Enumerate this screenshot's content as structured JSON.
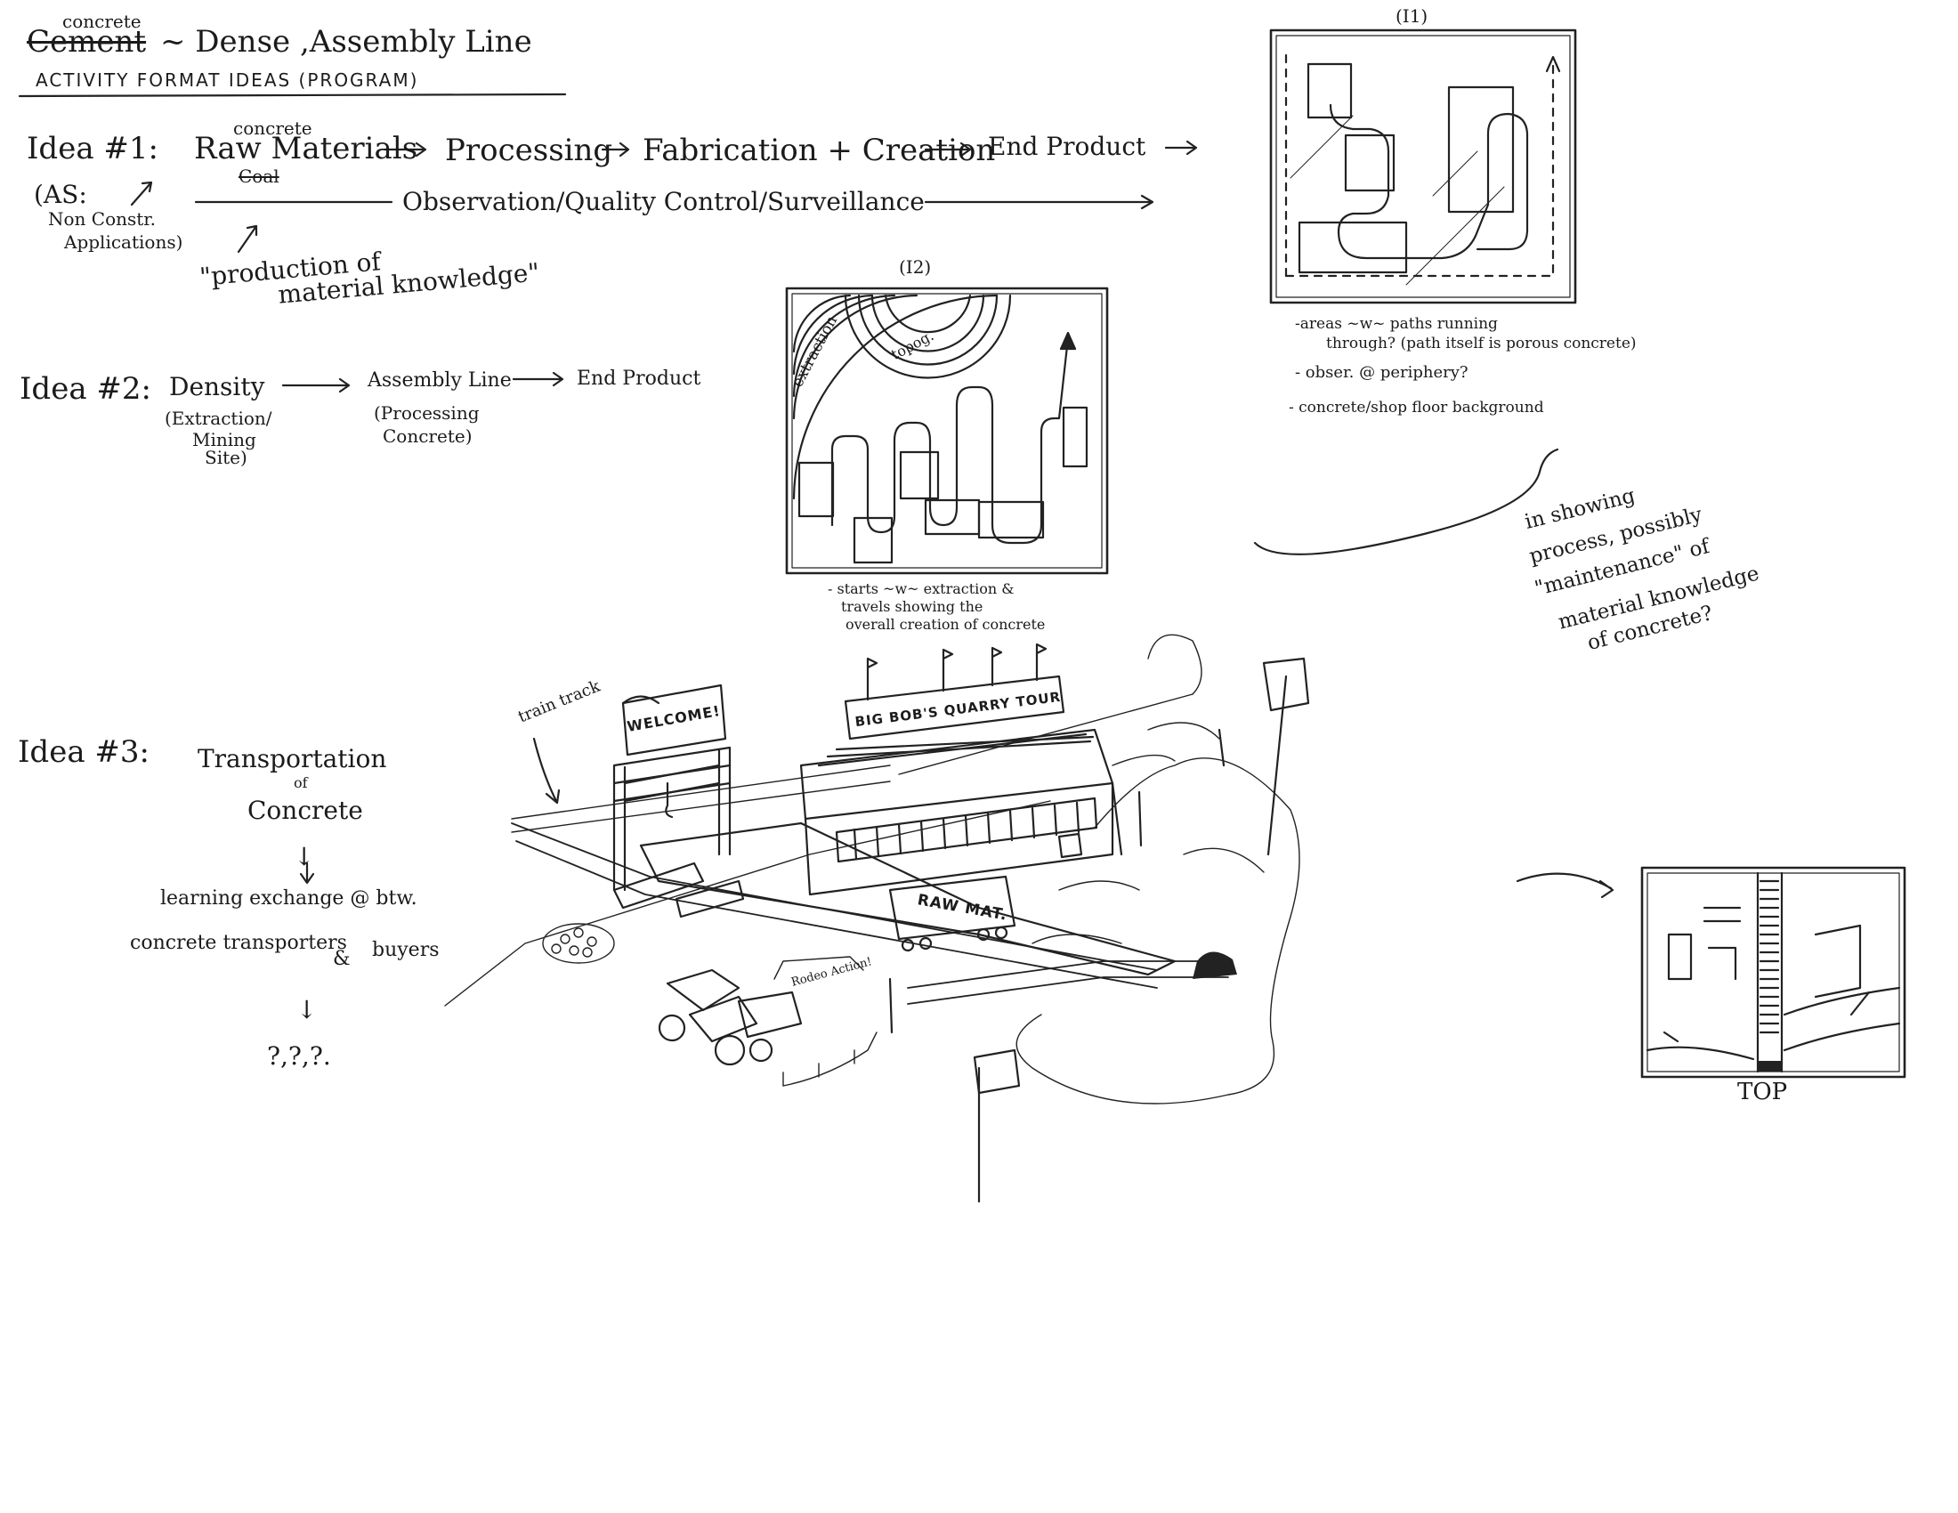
{
  "header": {
    "concrete_above": "concrete",
    "cement": "Cement",
    "title_rest": "~ Dense ,Assembly Line",
    "subtitle": "ACTIVITY FORMAT IDEAS (PROGRAM)"
  },
  "idea1": {
    "label": "Idea #1:",
    "concrete_above": "concrete",
    "raw_materials": "Raw Materials",
    "crossed": "Coal",
    "processing": "Processing",
    "fabrication": "Fabrication + Creation",
    "end_product": "End Product",
    "observation": "Observation/Quality Control/Surveillance",
    "as_line1": "(AS:",
    "as_line2": "Non Constr.",
    "as_line3": "Applications)",
    "quote_line1": "\"production of",
    "quote_line2": "material knowledge\""
  },
  "idea2": {
    "label": "Idea #2:",
    "density": "Density",
    "density_sub1": "(Extraction/",
    "density_sub2": "Mining",
    "density_sub3": "Site)",
    "assembly": "Assembly Line",
    "assembly_sub1": "(Processing",
    "assembly_sub2": "Concrete)",
    "end_product": "End Product"
  },
  "i2": {
    "label": "(I2)",
    "extraction": "extraction",
    "topog": "topog.",
    "caption1": "- starts ~w~ extraction &",
    "caption2": "travels showing the",
    "caption3": "overall creation of concrete"
  },
  "i1": {
    "label": "(I1)",
    "note1a": "-areas ~w~ paths running",
    "note1b": "through? (path itself is porous concrete)",
    "note2": "- obser. @ periphery?",
    "note3": "- concrete/shop floor background",
    "callout1": "in showing",
    "callout2": "process, possibly",
    "callout3": "\"maintenance\" of",
    "callout4": "material knowledge",
    "callout5": "of concrete?"
  },
  "idea3": {
    "label": "Idea #3:",
    "transport1": "Transportation",
    "transport2": "of",
    "transport3": "Concrete",
    "arrow1": "↓",
    "learning": "learning exchange @ btw.",
    "transporters": "concrete transporters",
    "amp": "&",
    "buyers": "buyers",
    "arrow2": "↓",
    "questions": "?,?,?.",
    "train_track": "train track",
    "welcome": "WELCOME!",
    "quarry_sign": "BIG BOB'S QUARRY TOUR",
    "raw_mat": "RAW MAT.",
    "rodeo": "Rodeo Action!",
    "top_label": "TOP"
  }
}
